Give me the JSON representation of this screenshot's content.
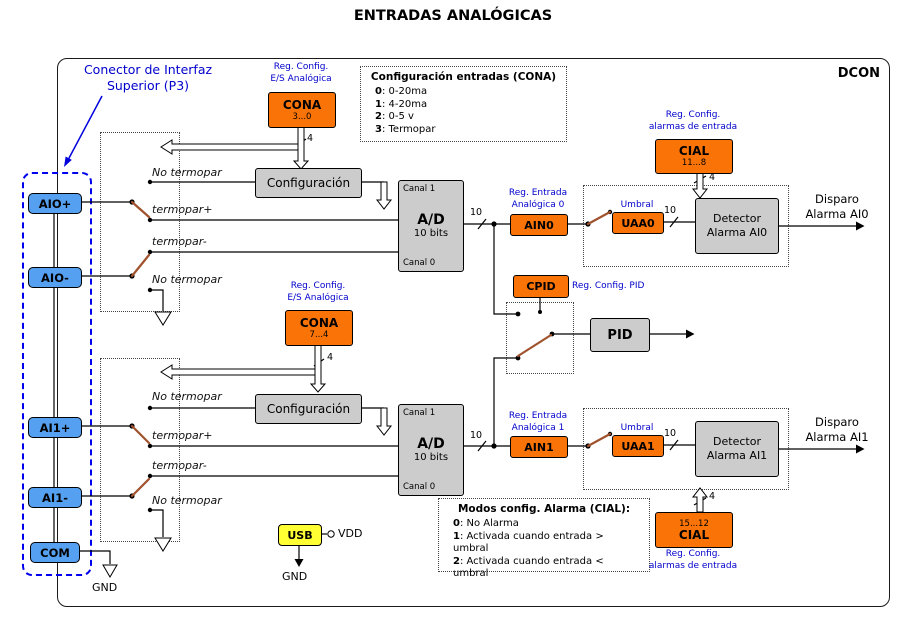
{
  "title": "ENTRADAS ANALÓGICAS",
  "dcon": "DCON",
  "connector": {
    "label": "Conector de Interfaz\nSuperior (P3)",
    "pins": {
      "aio_plus": "AIO+",
      "aio_minus": "AIO-",
      "ai1_plus": "AI1+",
      "ai1_minus": "AI1-",
      "com": "COM"
    },
    "gnd": "GND"
  },
  "cona0": {
    "name": "CONA",
    "bits": "3...0",
    "desc": "Reg. Config.\nE/S Analógica"
  },
  "cona1": {
    "name": "CONA",
    "bits": "7...4",
    "desc": "Reg. Config.\nE/S Analógica"
  },
  "cial0": {
    "name": "CIAL",
    "bits": "11...8",
    "desc": "Reg. Config.\nalarmas de entrada"
  },
  "cial1": {
    "name": "CIAL",
    "bits": "15...12",
    "desc": "Reg. Config.\nalarmas de entrada"
  },
  "ain0": {
    "name": "AIN0",
    "desc": "Reg. Entrada\nAnalógica 0"
  },
  "ain1": {
    "name": "AIN1",
    "desc": "Reg. Entrada\nAnalógica 1"
  },
  "uaa0": {
    "name": "UAA0",
    "desc": "Umbral"
  },
  "uaa1": {
    "name": "UAA1",
    "desc": "Umbral"
  },
  "cpid": {
    "name": "CPID",
    "desc": "Reg. Config. PID"
  },
  "blocks": {
    "config": "Configuración",
    "ad": "A/D",
    "ad_sub": "10 bits",
    "canal1": "Canal 1",
    "canal0": "Canal 0",
    "detector0": "Detector\nAlarma AI0",
    "detector1": "Detector\nAlarma AI1",
    "pid": "PID",
    "usb": "USB"
  },
  "wire_labels": {
    "no_termopar": "No termopar",
    "termopar_plus": "termopar+",
    "termopar_minus": "termopar-",
    "bus4": "4",
    "bus10": "10",
    "vdd": "VDD",
    "gnd": "GND"
  },
  "outputs": {
    "disparo0": "Disparo\nAlarma AI0",
    "disparo1": "Disparo\nAlarma AI1"
  },
  "cona_info": {
    "title": "Configuración entradas (CONA)",
    "items": [
      {
        "n": "0",
        "t": ": 0-20ma"
      },
      {
        "n": "1",
        "t": ": 4-20ma"
      },
      {
        "n": "2",
        "t": ": 0-5 v"
      },
      {
        "n": "3",
        "t": ": Termopar"
      }
    ]
  },
  "cial_info": {
    "title": "Modos config. Alarma (CIAL):",
    "items": [
      {
        "n": "0",
        "t": ": No Alarma"
      },
      {
        "n": "1",
        "t": ": Activada cuando entrada > umbral"
      },
      {
        "n": "2",
        "t": ": Activada cuando entrada < umbral"
      }
    ]
  },
  "colors": {
    "orange": "#f97306",
    "gray": "#cccccc",
    "pin-blue": "#55a0f0",
    "yellow": "#ffff33",
    "blue-text": "#0000cc",
    "conn-blue": "#0000ee",
    "switch-brown": "#a0522d"
  }
}
